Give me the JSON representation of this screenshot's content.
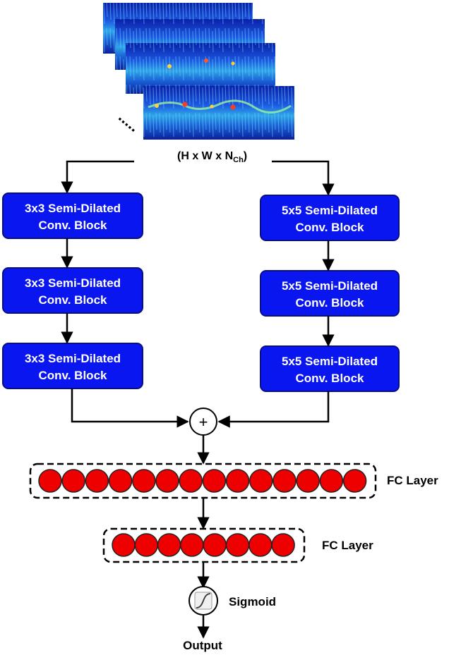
{
  "input": {
    "shape_main": "(H x W x N",
    "shape_sub": "Ch",
    "shape_close": ")",
    "ellipsis": "....."
  },
  "branches": {
    "left": [
      {
        "line1": "3x3 Semi-Dilated",
        "line2": "Conv. Block"
      },
      {
        "line1": "3x3 Semi-Dilated",
        "line2": "Conv. Block"
      },
      {
        "line1": "3x3 Semi-Dilated",
        "line2": "Conv. Block"
      }
    ],
    "right": [
      {
        "line1": "5x5 Semi-Dilated",
        "line2": "Conv. Block"
      },
      {
        "line1": "5x5 Semi-Dilated",
        "line2": "Conv. Block"
      },
      {
        "line1": "5x5 Semi-Dilated",
        "line2": "Conv. Block"
      }
    ]
  },
  "merge": {
    "symbol": "+"
  },
  "fc1": {
    "label": "FC Layer",
    "neurons": 14
  },
  "fc2": {
    "label": "FC Layer",
    "neurons": 8
  },
  "activation": {
    "label": "Sigmoid"
  },
  "output": {
    "label": "Output"
  },
  "colors": {
    "block_fill": "#0a16f0",
    "block_stroke": "#0a0f80",
    "neuron_fill": "#ee0000",
    "neuron_stroke": "#222222",
    "arrow": "#000000"
  }
}
